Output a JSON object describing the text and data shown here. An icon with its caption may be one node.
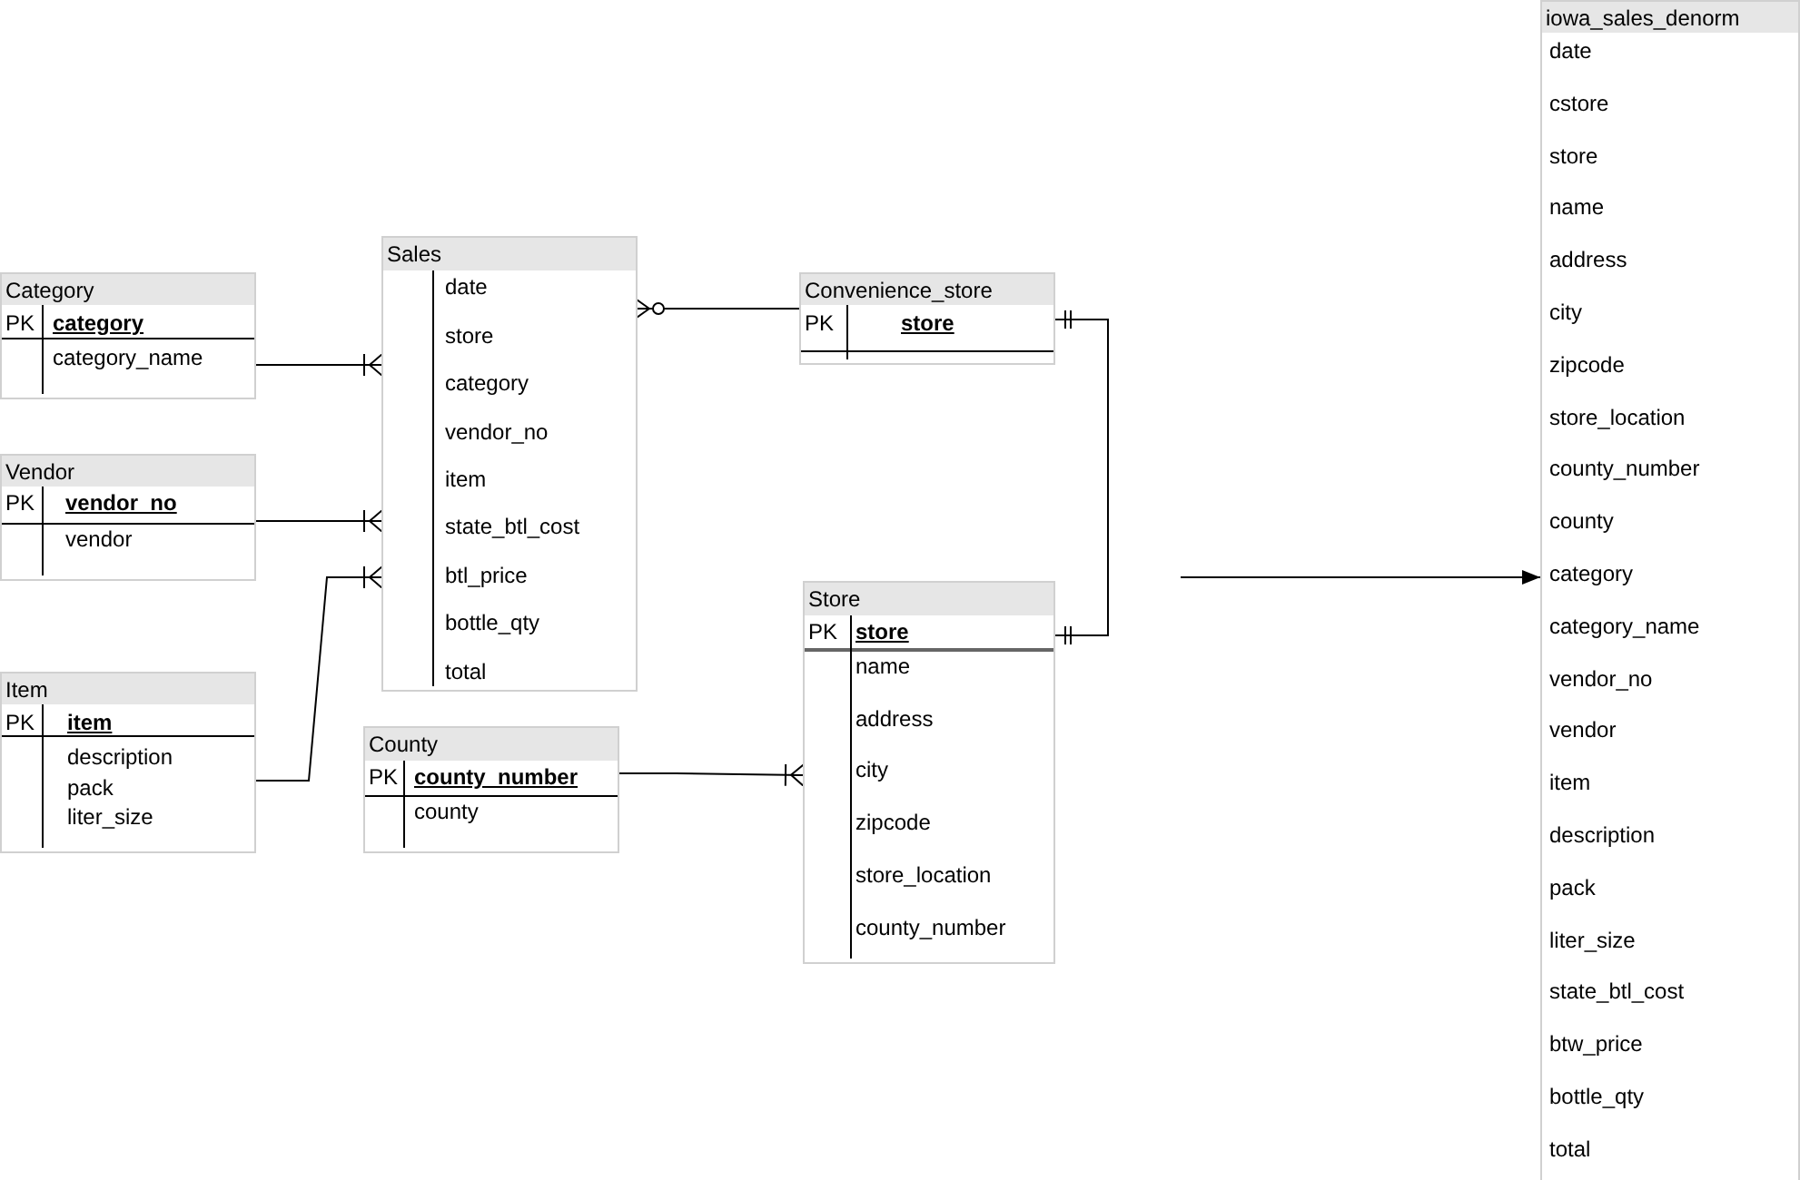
{
  "diagram": {
    "nodes": [
      {
        "text": [
          "Category",
          "PK",
          "category",
          "category_name"
        ]
      },
      {
        "text": [
          "Vendor",
          "PK",
          "vendor_no",
          "vendor"
        ]
      },
      {
        "text": [
          "Item",
          "PK",
          "item",
          "description",
          "pack",
          "liter_size"
        ]
      },
      {
        "text": [
          "Sales",
          "date",
          "store",
          "category",
          "vendor_no",
          "item",
          "state_btl_cost",
          "btl_price",
          "bottle_qty",
          "total"
        ]
      },
      {
        "text": [
          "Convenience_store",
          "PK",
          "store"
        ]
      },
      {
        "text": [
          "County",
          "PK",
          "county_number",
          "county"
        ]
      },
      {
        "text": [
          "Store",
          "PK",
          "store",
          "name",
          "address",
          "city",
          "zipcode",
          "store_location",
          "county_number"
        ]
      },
      {
        "text": [
          "iowa_sales_denorm",
          "date",
          "cstore",
          "store",
          "name",
          "address",
          "city",
          "zipcode",
          "store_location",
          "county_number",
          "county",
          "category",
          "category_name",
          "vendor_no",
          "vendor",
          "item",
          "description",
          "pack",
          "liter_size",
          "state_btl_cost",
          "btw_price",
          "bottle_qty",
          "total"
        ]
      }
    ],
    "edges": [
      {
        "from": 0,
        "to": 3,
        "arrow": "other"
      },
      {
        "from": 1,
        "to": 3,
        "arrow": "other"
      },
      {
        "from": 2,
        "to": 3,
        "arrow": "other"
      },
      {
        "from": 3,
        "to": 4,
        "arrow": "other"
      },
      {
        "from": 6,
        "to": 4,
        "arrow": "other"
      },
      {
        "from": 5,
        "to": 6,
        "arrow": "other"
      },
      {
        "from": null,
        "to": 7,
        "arrow": "to"
      }
    ]
  }
}
